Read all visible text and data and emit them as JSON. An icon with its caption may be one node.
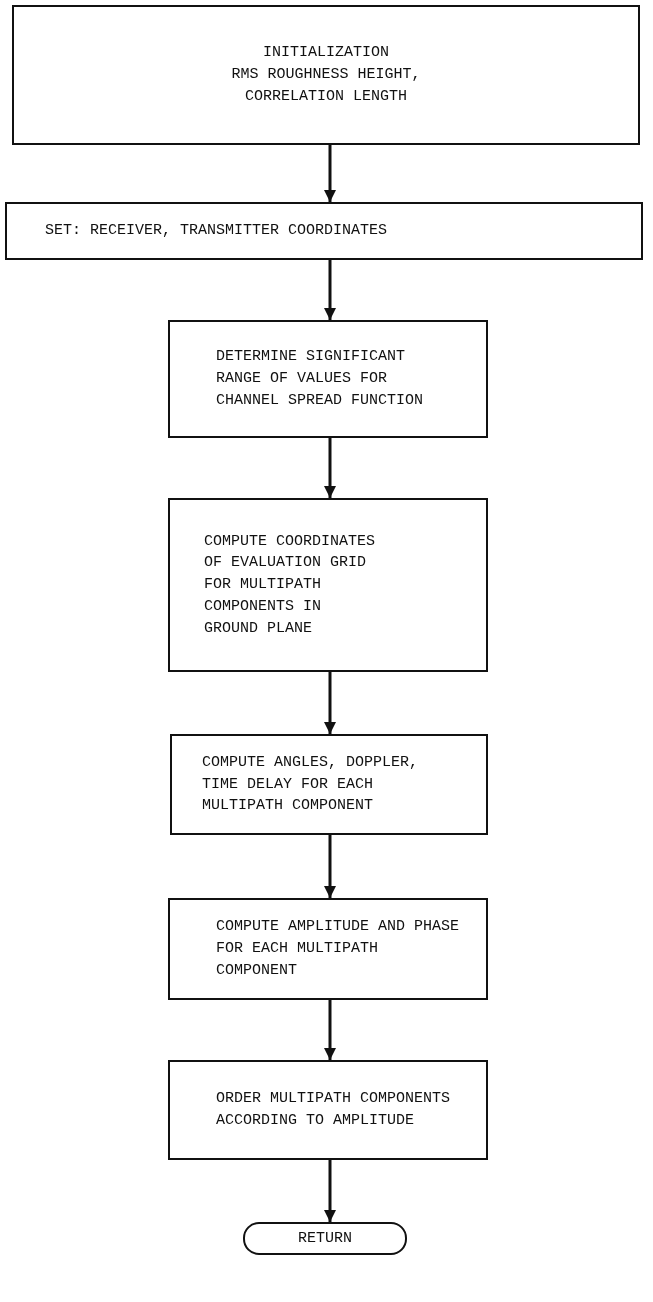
{
  "diagram": {
    "nodes": [
      {
        "text": [
          "INITIALIZATION",
          "RMS ROUGHNESS HEIGHT, CORRELATION LENGTH"
        ]
      },
      {
        "text": [
          "SET: RECEIVER, TRANSMITTER COORDINATES"
        ]
      },
      {
        "text": [
          "DETERMINE SIGNIFICANT RANGE OF VALUES FOR CHANNEL SPREAD FUNCTION"
        ]
      },
      {
        "text": [
          "COMPUTE COORDINATES OF EVALUATION GRID FOR MULTIPATH COMPONENTS IN GROUND PLANE"
        ]
      },
      {
        "text": [
          "COMPUTE ANGLES, DOPPLER, TIME DELAY FOR EACH MULTIPATH COMPONENT"
        ]
      },
      {
        "text": [
          "COMPUTE AMPLITUDE AND PHASE FOR EACH MULTIPATH COMPONENT"
        ]
      },
      {
        "text": [
          "ORDER MULTIPATH COMPONENTS ACCORDING TO AMPLITUDE"
        ]
      },
      {
        "text": [
          "RETURN"
        ]
      }
    ],
    "edges": [
      {
        "from": 0,
        "to": 1,
        "arrow": "to"
      },
      {
        "from": 1,
        "to": 2,
        "arrow": "to"
      },
      {
        "from": 2,
        "to": 3,
        "arrow": "to"
      },
      {
        "from": 3,
        "to": 4,
        "arrow": "to"
      },
      {
        "from": 4,
        "to": 5,
        "arrow": "to"
      },
      {
        "from": 5,
        "to": 6,
        "arrow": "to"
      },
      {
        "from": 6,
        "to": 7,
        "arrow": "to"
      }
    ]
  }
}
